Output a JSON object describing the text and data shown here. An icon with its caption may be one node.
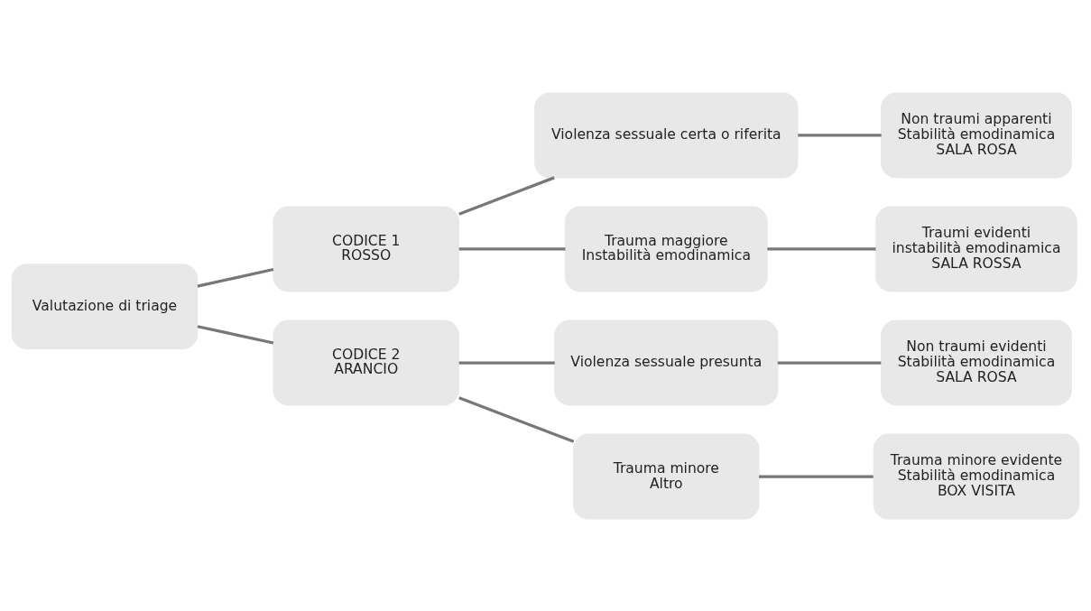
{
  "diagram": {
    "nodes": [
      {
        "text": [
          "Valutazione di triage"
        ]
      },
      {
        "text": [
          "CODICE 1",
          "ROSSO"
        ]
      },
      {
        "text": [
          "CODICE 2",
          "ARANCIO"
        ]
      },
      {
        "text": [
          "Violenza sessuale certa o riferita"
        ]
      },
      {
        "text": [
          "Trauma maggiore",
          "Instabilità emodinamica"
        ]
      },
      {
        "text": [
          "Violenza sessuale presunta"
        ]
      },
      {
        "text": [
          "Trauma minore",
          "Altro"
        ]
      },
      {
        "text": [
          "Non traumi apparenti",
          "Stabilità emodinamica",
          "SALA ROSA"
        ]
      },
      {
        "text": [
          "Traumi evidenti",
          "instabilità emodinamica",
          "SALA ROSSA"
        ]
      },
      {
        "text": [
          "Non traumi evidenti",
          "Stabilità emodinamica",
          "SALA ROSA"
        ]
      },
      {
        "text": [
          "Trauma minore evidente",
          "Stabilità emodinamica",
          "BOX VISITA"
        ]
      }
    ],
    "edges": [
      {
        "from": 0,
        "to": 1,
        "arrow": "none"
      },
      {
        "from": 0,
        "to": 2,
        "arrow": "none"
      },
      {
        "from": 1,
        "to": 3,
        "arrow": "none"
      },
      {
        "from": 1,
        "to": 4,
        "arrow": "none"
      },
      {
        "from": 2,
        "to": 5,
        "arrow": "none"
      },
      {
        "from": 2,
        "to": 6,
        "arrow": "none"
      },
      {
        "from": 3,
        "to": 7,
        "arrow": "none"
      },
      {
        "from": 4,
        "to": 8,
        "arrow": "none"
      },
      {
        "from": 5,
        "to": 9,
        "arrow": "none"
      },
      {
        "from": 6,
        "to": 10,
        "arrow": "none"
      }
    ]
  }
}
